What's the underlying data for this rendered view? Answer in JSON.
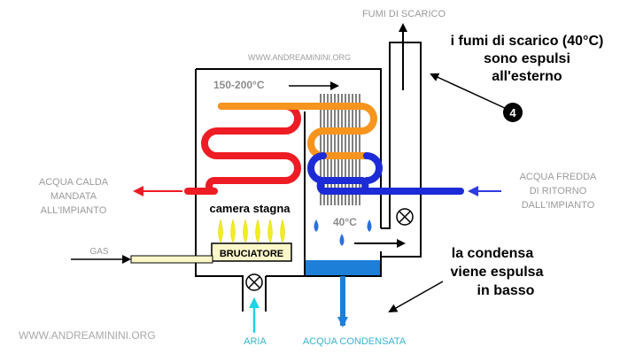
{
  "labels": {
    "fumi_top": "FUMI DI SCARICO",
    "fumi_note": [
      "i fumi di scarico (40°C)",
      "sono espulsi",
      "all'esterno"
    ],
    "step_number": "4",
    "watermark_top": "WWW.ANDREAMININI.ORG",
    "watermark_bottom": "WWW.ANDREAMININI.ORG",
    "temp_hot": "150-200°C",
    "temp_cold": "40°C",
    "camera": "camera stagna",
    "bruciatore": "BRUCIATORE",
    "acqua_calda": [
      "ACQUA CALDA",
      "MANDATA",
      "ALL'IMPIANTO"
    ],
    "acqua_fredda": [
      "ACQUA FREDDA",
      "DI RITORNO",
      "DALL'IMPIANTO"
    ],
    "gas": "GAS",
    "aria": "ARIA",
    "acqua_condensata": "ACQUA CONDENSATA",
    "condensa_note": [
      "la condensa",
      "viene espulsa",
      "in basso"
    ]
  },
  "colors": {
    "hot_coil": "#ee1c24",
    "warm_coil": "#f7941d",
    "cold_coil": "#1c2bd6",
    "hot_arrow": "#ed1c24",
    "cold_arrow": "#2e3be0",
    "condensate": "#1e7fd9",
    "air_arrow": "#1fd2e6",
    "flame": "#f2ee1e",
    "burner_fill": "#fbf7c9"
  }
}
